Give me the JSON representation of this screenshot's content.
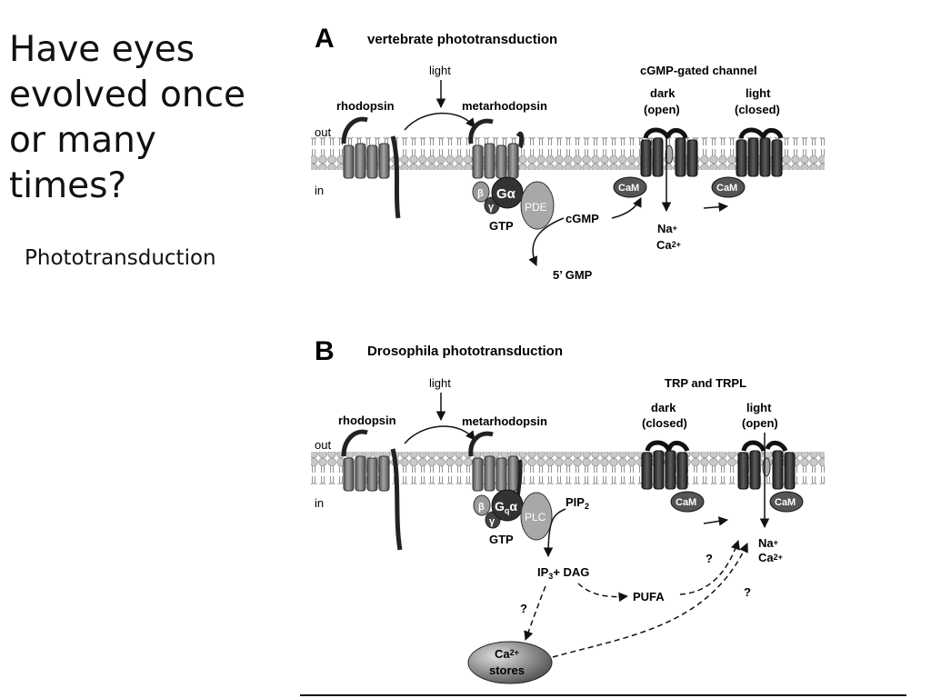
{
  "slide": {
    "title_lines": [
      "Have eyes",
      "evolved once",
      "or many",
      "times?"
    ],
    "subtitle": "Phototransduction"
  },
  "colors": {
    "membrane": "#c4c4c4",
    "membrane_line": "#8a8a8a",
    "protein_dark": "#333333",
    "protein_mid": "#777777",
    "protein_light": "#aaaaaa"
  },
  "panel_a": {
    "letter": "A",
    "title": "vertebrate phototransduction",
    "out_label": "out",
    "in_label": "in",
    "light": "light",
    "rhodopsin": "rhodopsin",
    "metarhodopsin": "metarhodopsin",
    "channel_title": "cGMP-gated channel",
    "dark_label": "dark",
    "dark_state": "(open)",
    "light_label": "light",
    "light_state": "(closed)",
    "beta": "β",
    "gamma": "γ",
    "g_alpha": "Gα",
    "pde": "PDE",
    "gtp": "GTP",
    "cgmp": "cGMP",
    "five_gmp": "5’ GMP",
    "cam": "CaM",
    "na": "Na",
    "na_sup": "+",
    "ca": "Ca",
    "ca_sup": "2+"
  },
  "panel_b": {
    "letter": "B",
    "title": "Drosophila phototransduction",
    "out_label": "out",
    "in_label": "in",
    "light": "light",
    "rhodopsin": "rhodopsin",
    "metarhodopsin": "metarhodopsin",
    "channel_title": "TRP and TRPL",
    "dark_label": "dark",
    "dark_state": "(closed)",
    "light_label": "light",
    "light_state": "(open)",
    "beta": "β",
    "gamma": "γ",
    "gq_main": "G",
    "gq_sub": "q",
    "gq_alpha": "α",
    "plc": "PLC",
    "pip_main": "PIP",
    "pip_sub": "2",
    "gtp": "GTP",
    "ip3_main": "IP",
    "ip3_sub": "3",
    "ip3_rest": "+ DAG",
    "pufa": "PUFA",
    "question": "?",
    "ca_store_main": "Ca",
    "ca_store_sup": "2+",
    "ca_store_line2": "stores",
    "cam": "CaM",
    "na": "Na",
    "na_sup": "+",
    "ca": "Ca",
    "ca_sup": "2+"
  }
}
